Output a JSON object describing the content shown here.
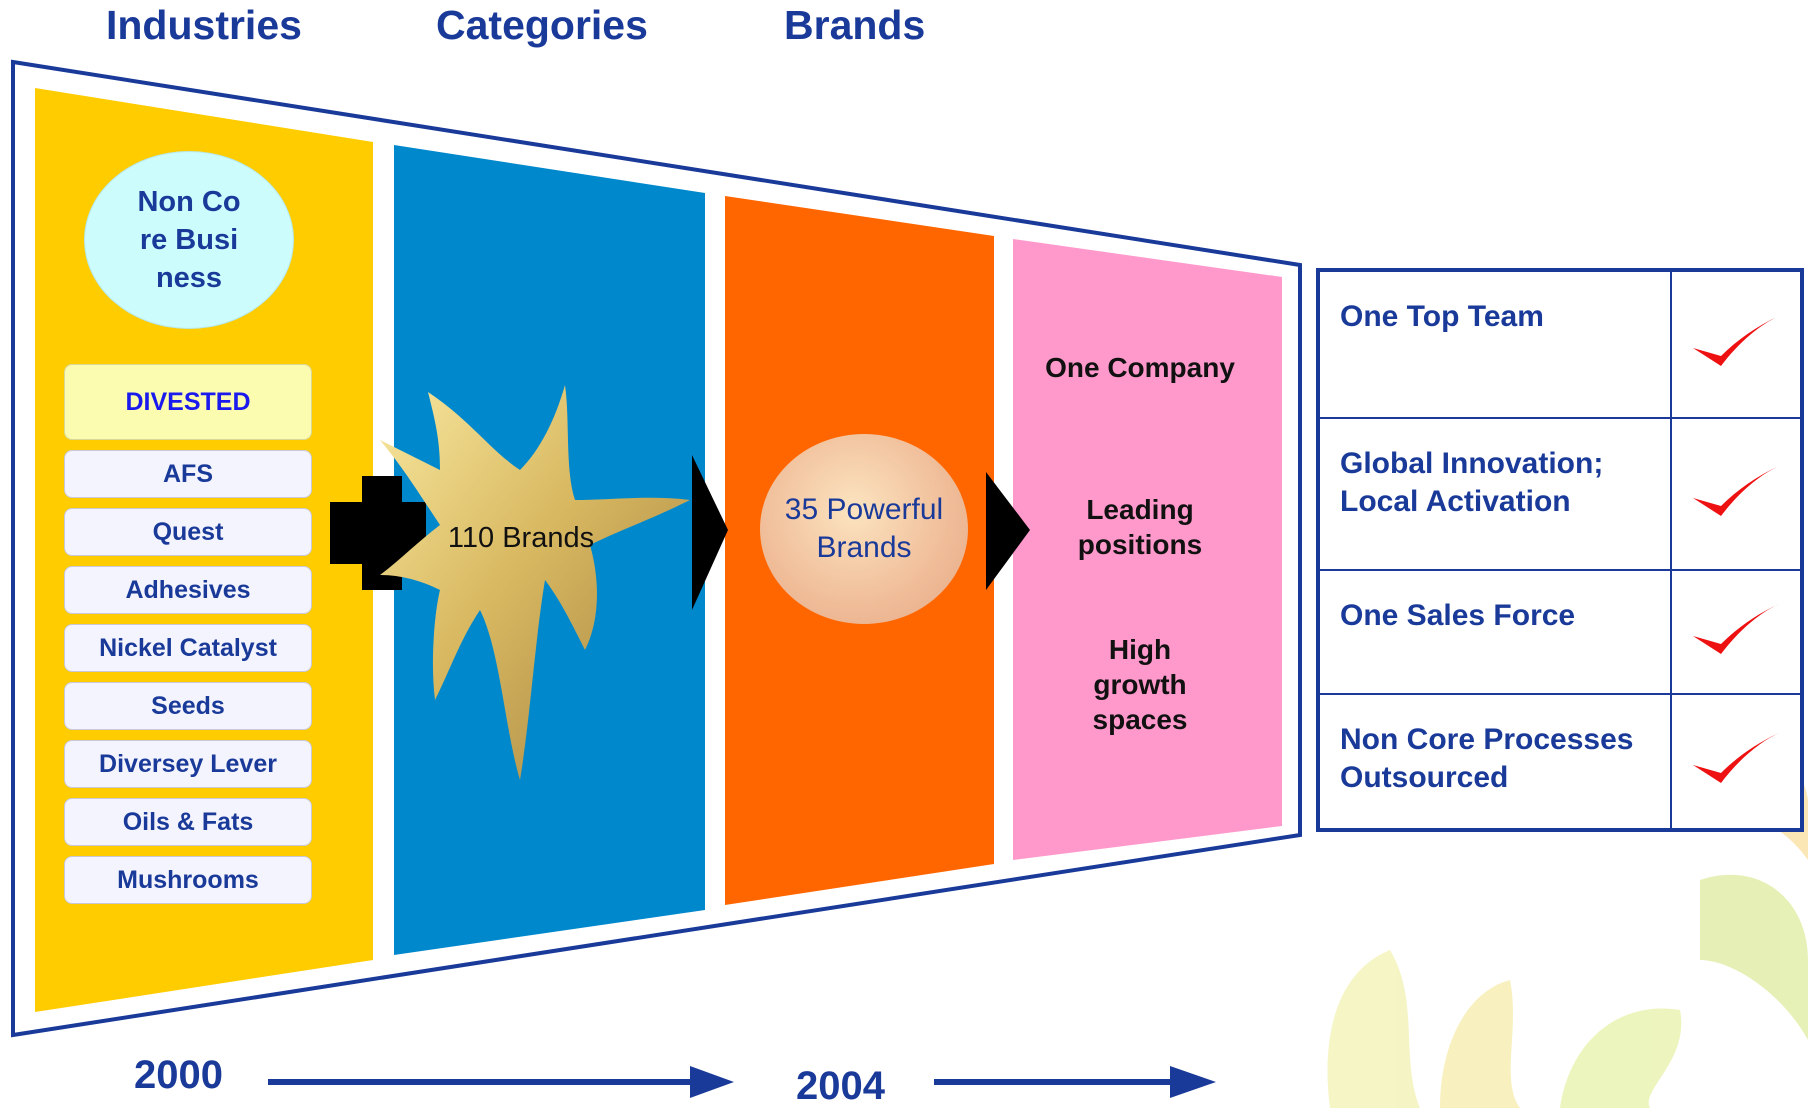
{
  "headers": {
    "industries": "Industries",
    "categories": "Categories",
    "brands": "Brands"
  },
  "non_core": "Non Core Business",
  "divested": "DIVESTED",
  "divested_items": [
    "AFS",
    "Quest",
    "Adhesives",
    "Nickel Catalyst",
    "Seeds",
    "Diversey Lever",
    "Oils & Fats",
    "Mushrooms"
  ],
  "brands_110": "110 Brands",
  "brands_35": "35 Powerful Brands",
  "pink": {
    "one_company": "One Company",
    "leading": "Leading positions",
    "high_growth": "High growth spaces"
  },
  "checklist": [
    {
      "label": "One Top Team",
      "checked": true
    },
    {
      "label": "Global Innovation; Local Activation",
      "checked": true
    },
    {
      "label": "One Sales Force",
      "checked": true
    },
    {
      "label": "Non Core Processes Outsourced",
      "checked": true
    }
  ],
  "timeline": {
    "start": "2000",
    "end": "2004"
  },
  "colors": {
    "yellow": "#ffcc00",
    "blue": "#0088cc",
    "orange": "#ff6600",
    "pink": "#ff99cc",
    "navy": "#1a3a9a",
    "tick": "#ee1111"
  }
}
